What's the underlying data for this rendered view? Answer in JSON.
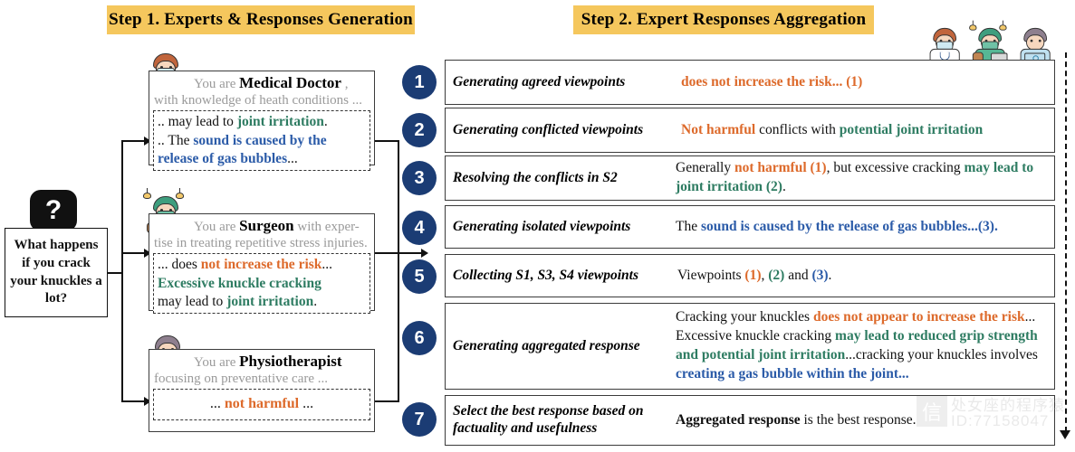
{
  "banners": {
    "step1": "Step 1. Experts & Responses Generation",
    "step2": "Step 2. Expert Responses Aggregation"
  },
  "question": {
    "icon": "question-mark-bubble",
    "glyph": "?",
    "text": "What happens if you crack your knuckles a lot?"
  },
  "colors": {
    "banner": "#F5C75D",
    "badge": "#1B3C74",
    "orange": "#DD6A2B",
    "green": "#2E7C62",
    "blue": "#2B5BA8",
    "muted": "#9a9a9a"
  },
  "experts": [
    {
      "avatar": "medical-doctor-avatar",
      "prefix": "You are ",
      "role": "Medical Doctor",
      "suffix": " ,",
      "desc": "with knowledge of heath conditions ...",
      "response_lines": [
        [
          {
            "t": ".. may lead to ",
            "c": "plain"
          },
          {
            "t": "joint irritation",
            "c": "green"
          },
          {
            "t": ".",
            "c": "plain"
          }
        ],
        [
          {
            "t": ".. The ",
            "c": "plain"
          },
          {
            "t": "sound is caused by the",
            "c": "blue"
          }
        ],
        [
          {
            "t": "release of gas bubbles",
            "c": "blue"
          },
          {
            "t": "...",
            "c": "plain"
          }
        ]
      ]
    },
    {
      "avatar": "surgeon-avatar",
      "prefix": "You are ",
      "role": "Surgeon",
      "suffix": " with exper-",
      "desc": "tise in treating repetitive stress injuries.",
      "response_lines": [
        [
          {
            "t": "... does ",
            "c": "plain"
          },
          {
            "t": "not increase the risk",
            "c": "orange"
          },
          {
            "t": "...",
            "c": "plain"
          }
        ],
        [
          {
            "t": "Excessive knuckle cracking",
            "c": "green"
          }
        ],
        [
          {
            "t": "may lead to ",
            "c": "plain"
          },
          {
            "t": "joint irritation",
            "c": "green"
          },
          {
            "t": ".",
            "c": "plain"
          }
        ]
      ]
    },
    {
      "avatar": "physiotherapist-avatar",
      "prefix": "You are ",
      "role": "Physiotherapist",
      "suffix": "",
      "desc": "focusing on preventative care ...",
      "response_lines": [
        [
          {
            "t": "... ",
            "c": "plain"
          },
          {
            "t": "not harmful",
            "c": "orange"
          },
          {
            "t": " ...",
            "c": "plain"
          }
        ]
      ]
    }
  ],
  "steps": [
    {
      "number": "1",
      "label": "Generating agreed viewpoints",
      "value": [
        {
          "t": "does not increase the risk... (1)",
          "c": "orange"
        }
      ]
    },
    {
      "number": "2",
      "label": "Generating conflicted viewpoints",
      "value": [
        {
          "t": "Not harmful",
          "c": "orange"
        },
        {
          "t": " conflicts with ",
          "c": "plain"
        },
        {
          "t": "potential joint irritation",
          "c": "green"
        }
      ]
    },
    {
      "number": "3",
      "label": "Resolving the conflicts in S2",
      "value": [
        {
          "t": "Generally ",
          "c": "plain"
        },
        {
          "t": "not harmful (1)",
          "c": "orange"
        },
        {
          "t": ", but excessive cracking ",
          "c": "plain"
        },
        {
          "t": "may lead to joint irritation (2)",
          "c": "green"
        },
        {
          "t": ".",
          "c": "plain"
        }
      ]
    },
    {
      "number": "4",
      "label": "Generating isolated viewpoints",
      "value": [
        {
          "t": "The ",
          "c": "plain"
        },
        {
          "t": "sound is caused by the release of gas bubbles...(3).",
          "c": "blue"
        }
      ]
    },
    {
      "number": "5",
      "label": "Collecting S1, S3, S4 viewpoints",
      "value": [
        {
          "t": "Viewpoints ",
          "c": "plain"
        },
        {
          "t": "(1)",
          "c": "orange"
        },
        {
          "t": ", ",
          "c": "plain"
        },
        {
          "t": "(2)",
          "c": "green"
        },
        {
          "t": " and ",
          "c": "plain"
        },
        {
          "t": "(3)",
          "c": "blue"
        },
        {
          "t": ".",
          "c": "plain"
        }
      ]
    },
    {
      "number": "6",
      "label": "Generating aggregated response",
      "value": [
        {
          "t": "Cracking your knuckles ",
          "c": "plain"
        },
        {
          "t": "does not appear to increase the risk",
          "c": "orange"
        },
        {
          "t": "... Excessive knuckle cracking ",
          "c": "plain"
        },
        {
          "t": "may lead to reduced grip strength and potential joint irritation",
          "c": "green"
        },
        {
          "t": "...cracking your knuckles involves ",
          "c": "plain"
        },
        {
          "t": "creating a gas bubble within the joint...",
          "c": "blue"
        }
      ]
    },
    {
      "number": "7",
      "label": "Select the best response based on factuality and usefulness",
      "value": [
        {
          "t": "Aggregated response",
          "c": "bold"
        },
        {
          "t": " is the best response.",
          "c": "plain"
        }
      ]
    }
  ],
  "team_avatars": [
    "medical-doctor-avatar",
    "surgeon-avatar",
    "physiotherapist-avatar"
  ],
  "watermark": {
    "mark": "信",
    "line1": "处女座的程序猿",
    "line2": "ID:77158047"
  }
}
